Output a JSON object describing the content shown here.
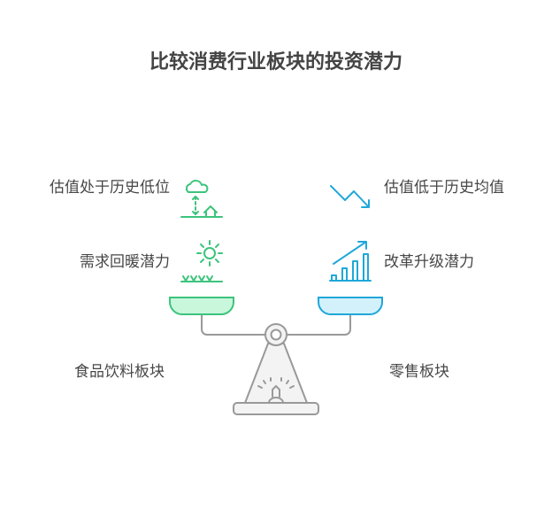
{
  "title": "比较消费行业板块的投资潜力",
  "left": {
    "name": "食品饮料板块",
    "factors": [
      "估值处于历史低位",
      "需求回暖潜力"
    ],
    "color": "#3cc47c",
    "fill": "#c9f7dc"
  },
  "right": {
    "name": "零售板块",
    "factors": [
      "估值低于历史均值",
      "改革升级潜力"
    ],
    "color": "#1fa7d9",
    "fill": "#d2f1fb"
  }
}
